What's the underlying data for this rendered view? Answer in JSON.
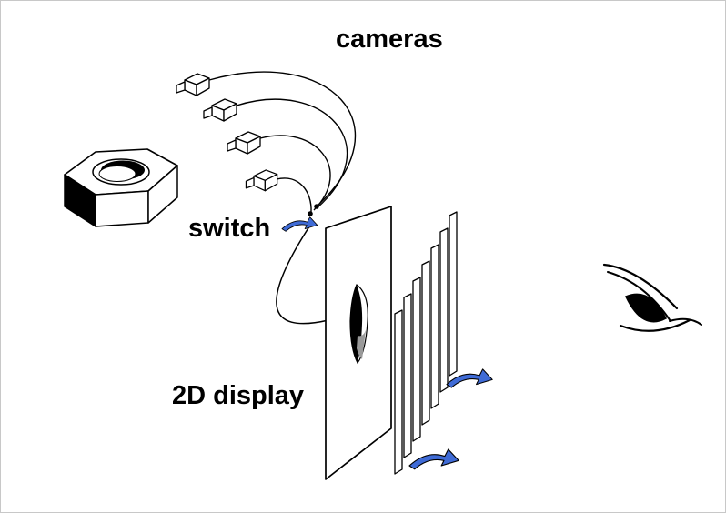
{
  "labels": {
    "cameras": "cameras",
    "switch": "switch",
    "display": "2D display"
  },
  "colors": {
    "line": "#000000",
    "background": "#ffffff",
    "arrow_blue": "#3f6bd6",
    "nut_shadow_face": "#000000",
    "display_image_gray": "#9a9a9a",
    "border": "#c8c8c8"
  },
  "icons": {
    "camera": "camera-icon",
    "hex_nut": "hex-nut-icon",
    "motion_arrow": "curved-arrow-icon",
    "eye": "eye-icon",
    "display_panel": "display-panel",
    "slat": "display-slat"
  },
  "counts": {
    "cameras": 4,
    "slats": 7,
    "motion_arrows": 3
  }
}
